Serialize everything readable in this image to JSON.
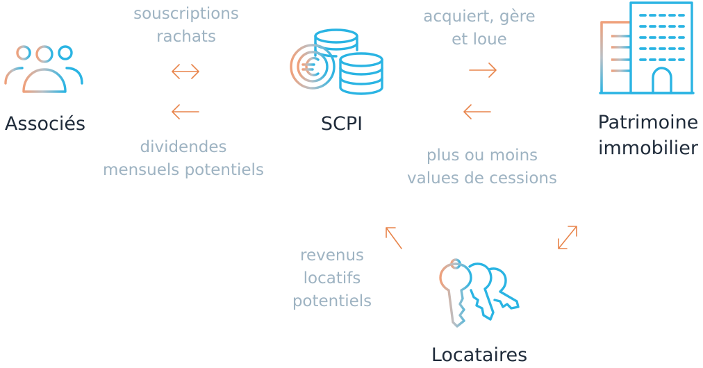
{
  "nodes": {
    "associes": "Associés",
    "scpi": "SCPI",
    "patrimoine": [
      "Patrimoine",
      "immobilier"
    ],
    "locataires": "Locataires"
  },
  "edges": {
    "souscriptions": [
      "souscriptions",
      "rachats"
    ],
    "dividendes": [
      "dividendes",
      "mensuels potentiels"
    ],
    "acquiert": [
      "acquiert, gère",
      "et loue"
    ],
    "plus_moins": [
      "plus ou moins",
      "values de cessions"
    ],
    "revenus": [
      "revenus",
      "locatifs",
      "potentiels"
    ]
  },
  "icons": {
    "associes": "people-group-icon",
    "scpi": "euro-coins-icon",
    "patrimoine": "building-icon",
    "locataires": "keys-icon"
  },
  "colors": {
    "arrow": "#e8844a",
    "icon_blue": "#2ab4e3",
    "icon_warm": "#e8a07c",
    "label": "#9eb3c2",
    "node_text": "#1f2b3a"
  }
}
